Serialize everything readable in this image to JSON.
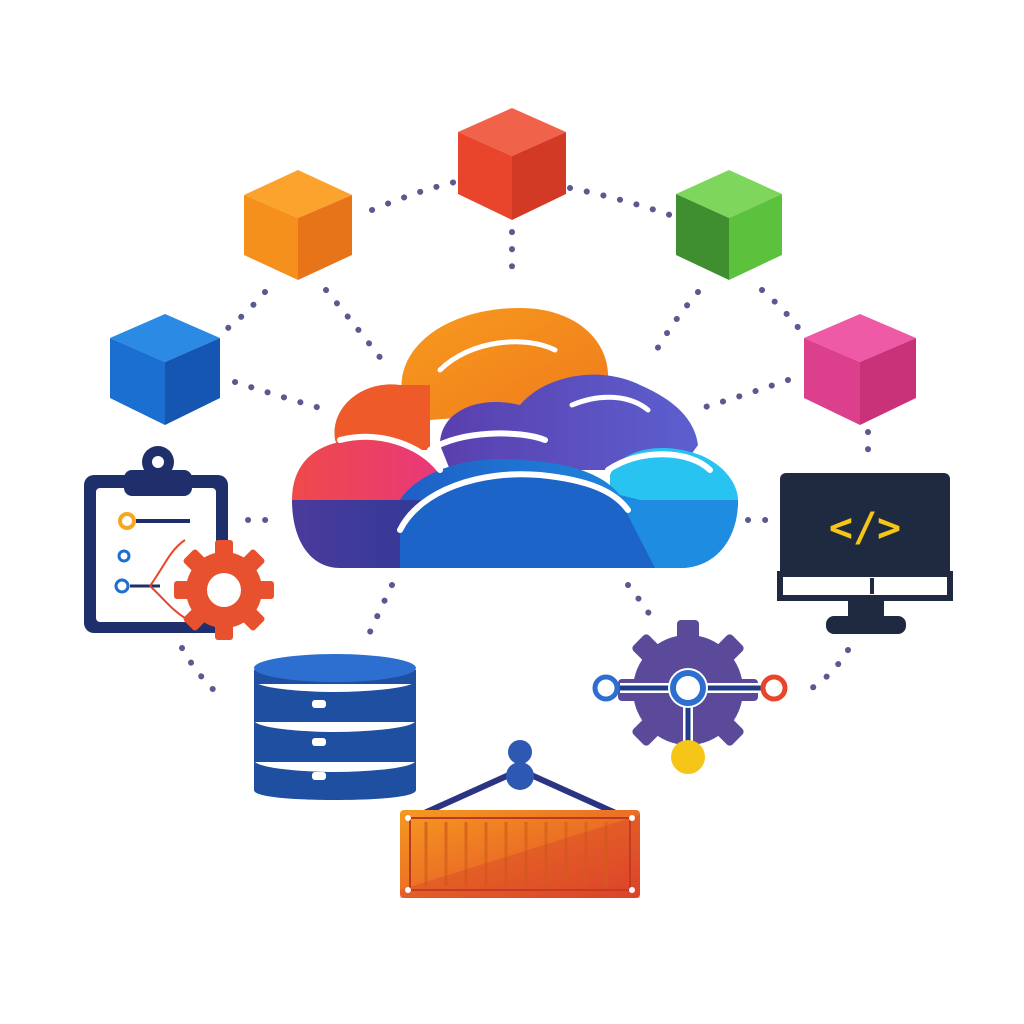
{
  "diagram": {
    "background": "#ffffff",
    "connector_color": "#5b5a8f",
    "hub": {
      "icon": "cloud-icon",
      "colors": {
        "orange": "#f4901e",
        "red_orange": "#ee5a2a",
        "purple": "#5b4cb8",
        "cyan": "#29c3f2",
        "blue": "#1d64c9",
        "navy": "#1f2f8a",
        "pink_red": "#ef4060"
      }
    },
    "nodes": [
      {
        "id": "blue-block",
        "icon": "cube-icon",
        "color": "#1a6fd1"
      },
      {
        "id": "orange-block",
        "icon": "cube-icon",
        "color": "#f5901c"
      },
      {
        "id": "red-block",
        "icon": "cube-icon",
        "color": "#e8452c"
      },
      {
        "id": "green-block",
        "icon": "cube-icon",
        "color": "#5cc23e"
      },
      {
        "id": "pink-block",
        "icon": "cube-icon",
        "color": "#dc3f8c"
      },
      {
        "id": "task-config",
        "icon": "clipboard-gear-icon",
        "color": "#1f2f6b"
      },
      {
        "id": "code-monitor",
        "icon": "code-monitor-icon",
        "color": "#1f2940"
      },
      {
        "id": "database",
        "icon": "database-icon",
        "color": "#1e4fa0"
      },
      {
        "id": "container",
        "icon": "shipping-container-icon",
        "color": "#f07a1a"
      },
      {
        "id": "pipeline-gear",
        "icon": "gear-network-icon",
        "color": "#5b4a9a"
      }
    ],
    "code_symbol": "</>"
  }
}
